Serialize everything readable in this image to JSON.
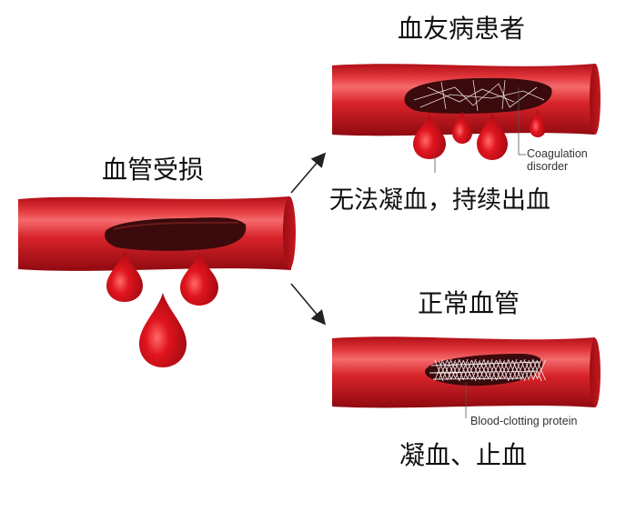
{
  "labels": {
    "damaged_vessel": "血管受损",
    "hemophilia_patient": "血友病患者",
    "normal_vessel": "正常血管",
    "cannot_clot": "无法凝血，持续出血",
    "clot_stop": "凝血、止血",
    "coagulation_disorder": "Coagulation disorder",
    "blood_clotting_protein": "Blood-clotting protein"
  },
  "colors": {
    "vessel_dark": "#a80b12",
    "vessel_mid": "#d8232a",
    "vessel_light": "#f0585c",
    "lumen": "#3a0a0c",
    "blood_drop": "#d4121c",
    "arrow": "#222222",
    "mesh": "#f3eaea"
  }
}
